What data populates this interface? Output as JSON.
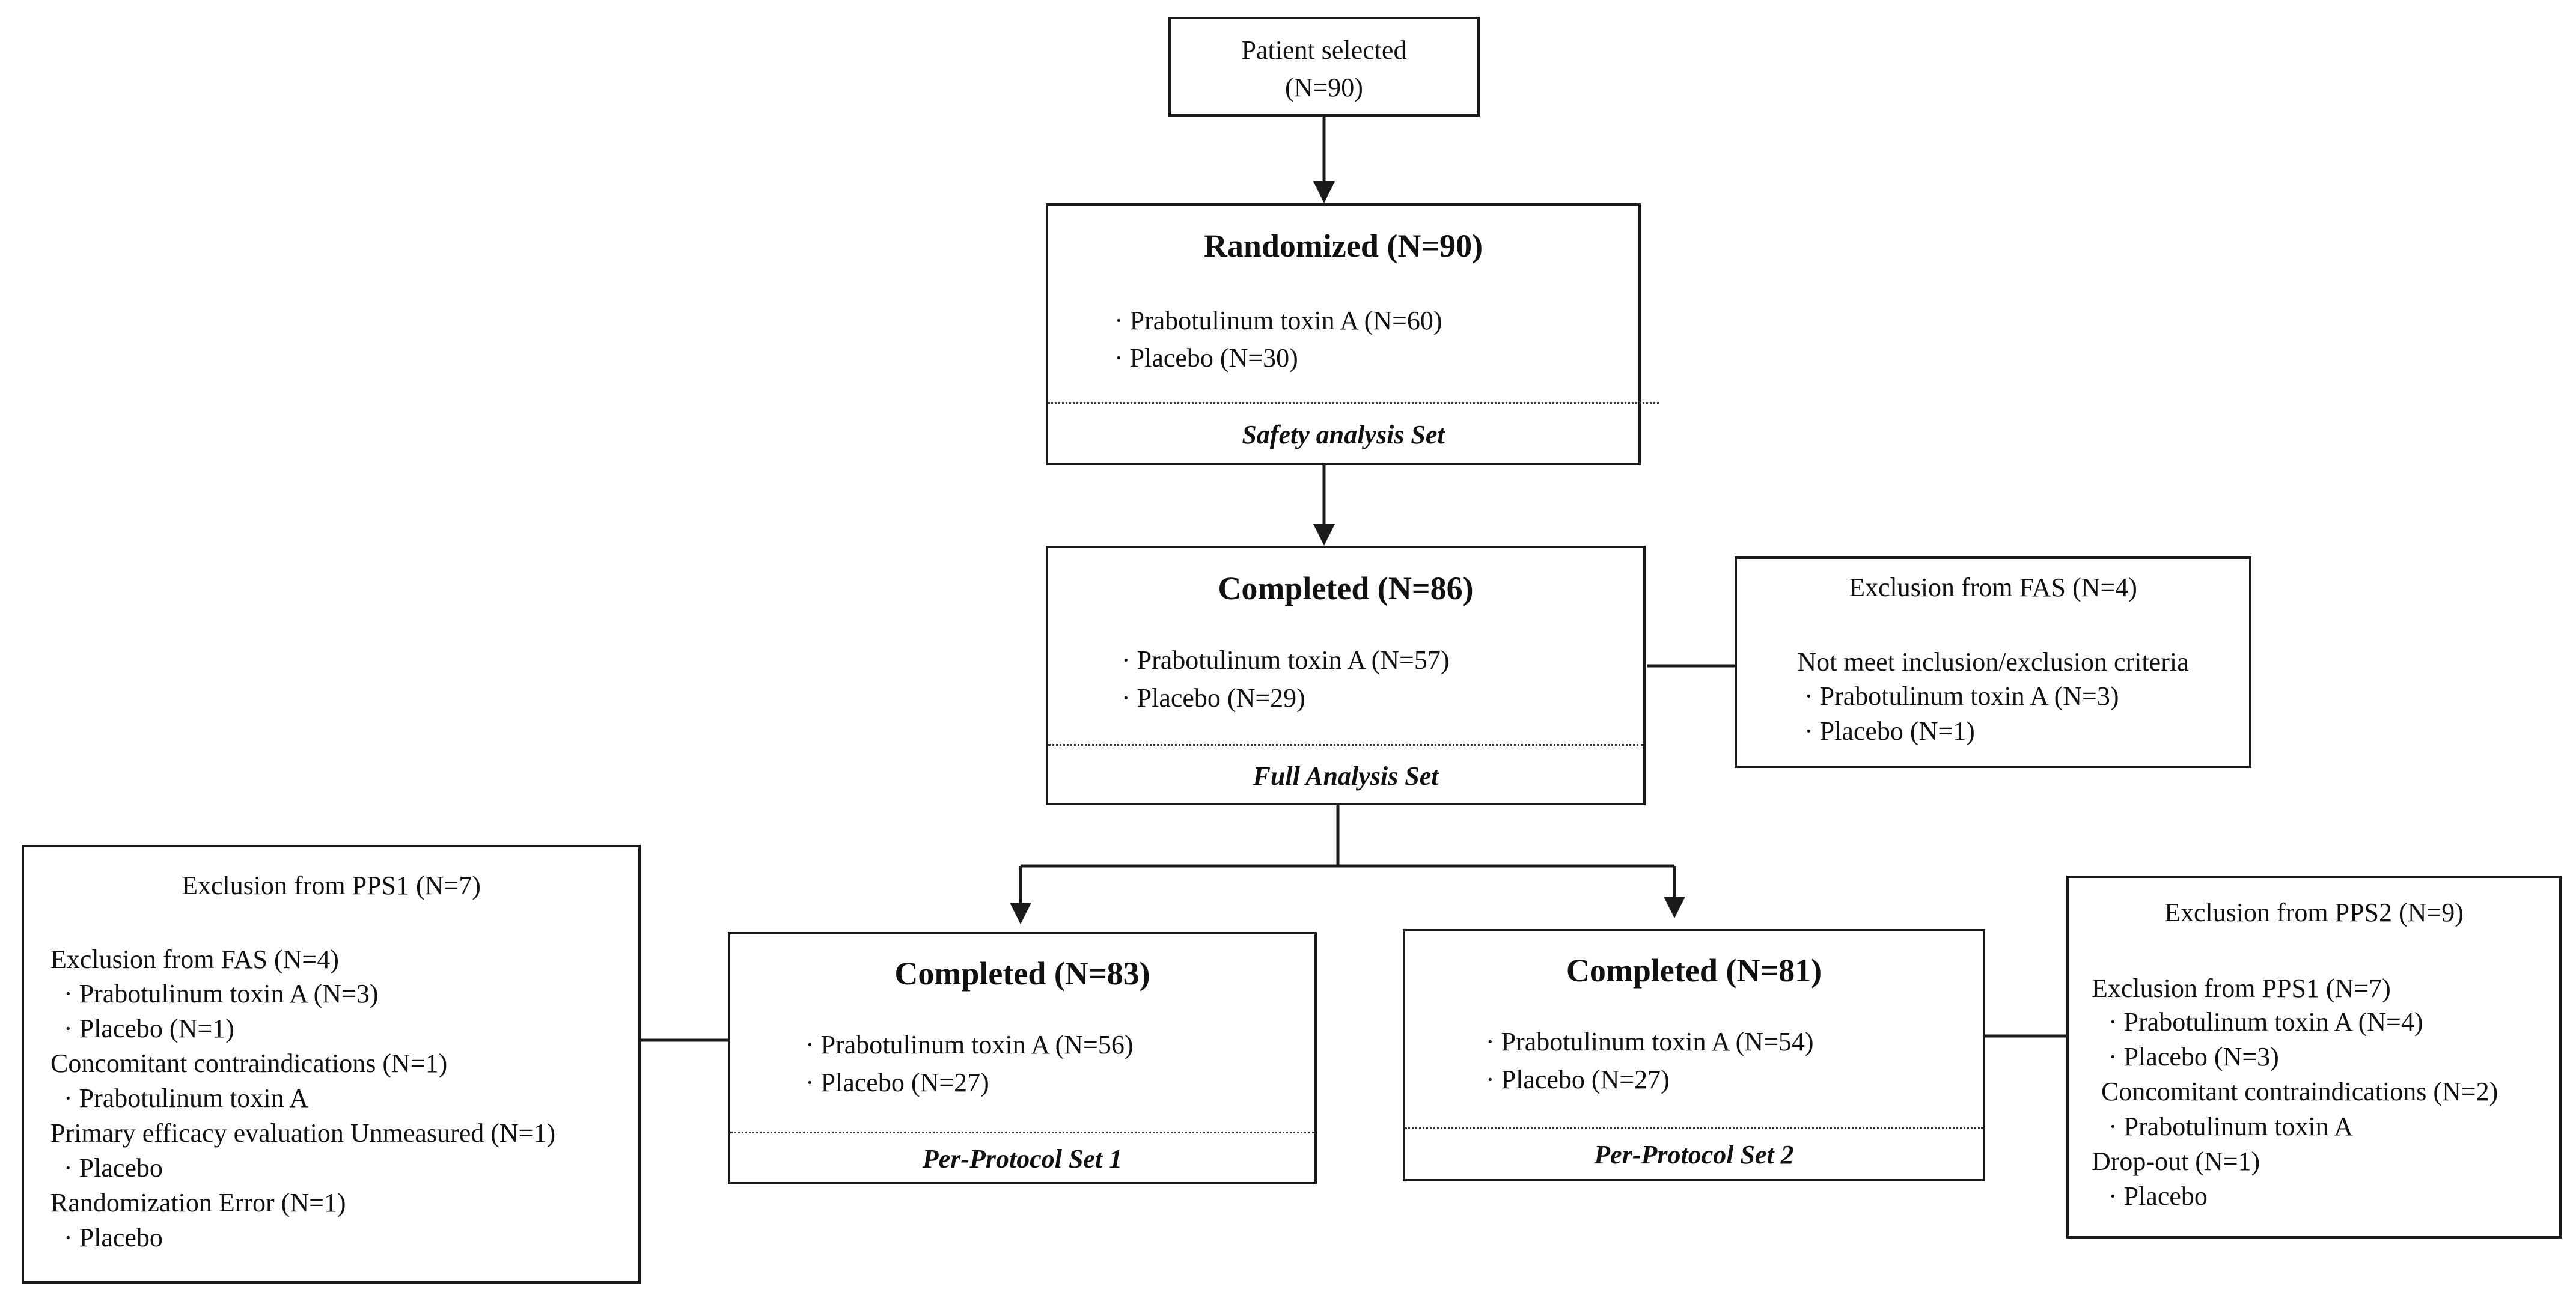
{
  "patient_selected": {
    "label": "Patient selected",
    "n": "(N=90)"
  },
  "randomized": {
    "title": "Randomized (N=90)",
    "items": [
      "· Prabotulinum toxin A (N=60)",
      "·  Placebo (N=30)"
    ],
    "footer": "Safety analysis Set"
  },
  "completed_fas": {
    "title": "Completed (N=86)",
    "items": [
      "· Prabotulinum toxin A (N=57)",
      "·  Placebo (N=29)"
    ],
    "footer": "Full Analysis Set"
  },
  "exclusion_fas": {
    "title": "Exclusion from FAS (N=4)",
    "lines": [
      "Not meet inclusion/exclusion criteria",
      "· Prabotulinum toxin A (N=3)",
      "·  Placebo (N=1)"
    ]
  },
  "exclusion_pps1": {
    "title": "Exclusion from PPS1 (N=7)",
    "lines": [
      "Exclusion from FAS (N=4)",
      "· Prabotulinum toxin A (N=3)",
      "·  Placebo (N=1)",
      "Concomitant contraindications (N=1)",
      "· Prabotulinum toxin A",
      "Primary efficacy evaluation Unmeasured (N=1)",
      "·  Placebo",
      "Randomization Error (N=1)",
      "·  Placebo"
    ]
  },
  "completed_pps1": {
    "title": "Completed (N=83)",
    "items": [
      "· Prabotulinum toxin A (N=56)",
      "·  Placebo (N=27)"
    ],
    "footer": "Per-Protocol Set 1"
  },
  "completed_pps2": {
    "title": "Completed (N=81)",
    "items": [
      "· Prabotulinum toxin A (N=54)",
      "·  Placebo (N=27)"
    ],
    "footer": "Per-Protocol Set 2"
  },
  "exclusion_pps2": {
    "title": "Exclusion from PPS2 (N=9)",
    "lines": [
      "Exclusion from  PPS1 (N=7)",
      "· Prabotulinum toxin A (N=4)",
      "·  Placebo (N=3)",
      "Concomitant contraindications (N=2)",
      "· Prabotulinum toxin A",
      "Drop-out (N=1)",
      "·  Placebo"
    ]
  }
}
